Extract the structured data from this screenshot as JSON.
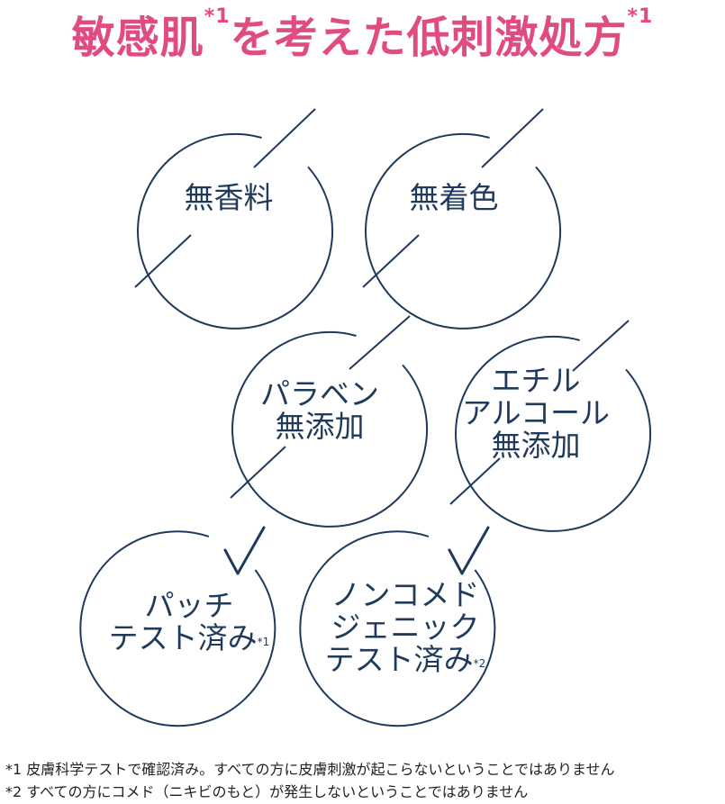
{
  "title": {
    "part1": "敏感肌",
    "mark1": "*1",
    "part2": "を考えた低刺激処方",
    "mark2": "*1"
  },
  "badges": [
    {
      "lines": [
        "無香料"
      ],
      "type": "slash"
    },
    {
      "lines": [
        "無着色"
      ],
      "type": "slash"
    },
    {
      "lines": [
        "パラベン",
        "無添加"
      ],
      "type": "slash"
    },
    {
      "lines": [
        "エチル",
        "アルコール",
        "無添加"
      ],
      "type": "slash"
    },
    {
      "lines": [
        "パッチ",
        "テスト済み"
      ],
      "mark": "*1",
      "type": "check"
    },
    {
      "lines": [
        "ノンコメド",
        "ジェニック",
        "テスト済み"
      ],
      "mark": "*2",
      "type": "check"
    }
  ],
  "footnotes": [
    "*1 皮膚科学テストで確認済み。すべての方に皮膚刺激が起こらないということではありません",
    "*2 すべての方にコメド（ニキビのもと）が発生しないということではありません"
  ],
  "colors": {
    "title": "#e04b82",
    "navy": "#1f3a5a"
  }
}
